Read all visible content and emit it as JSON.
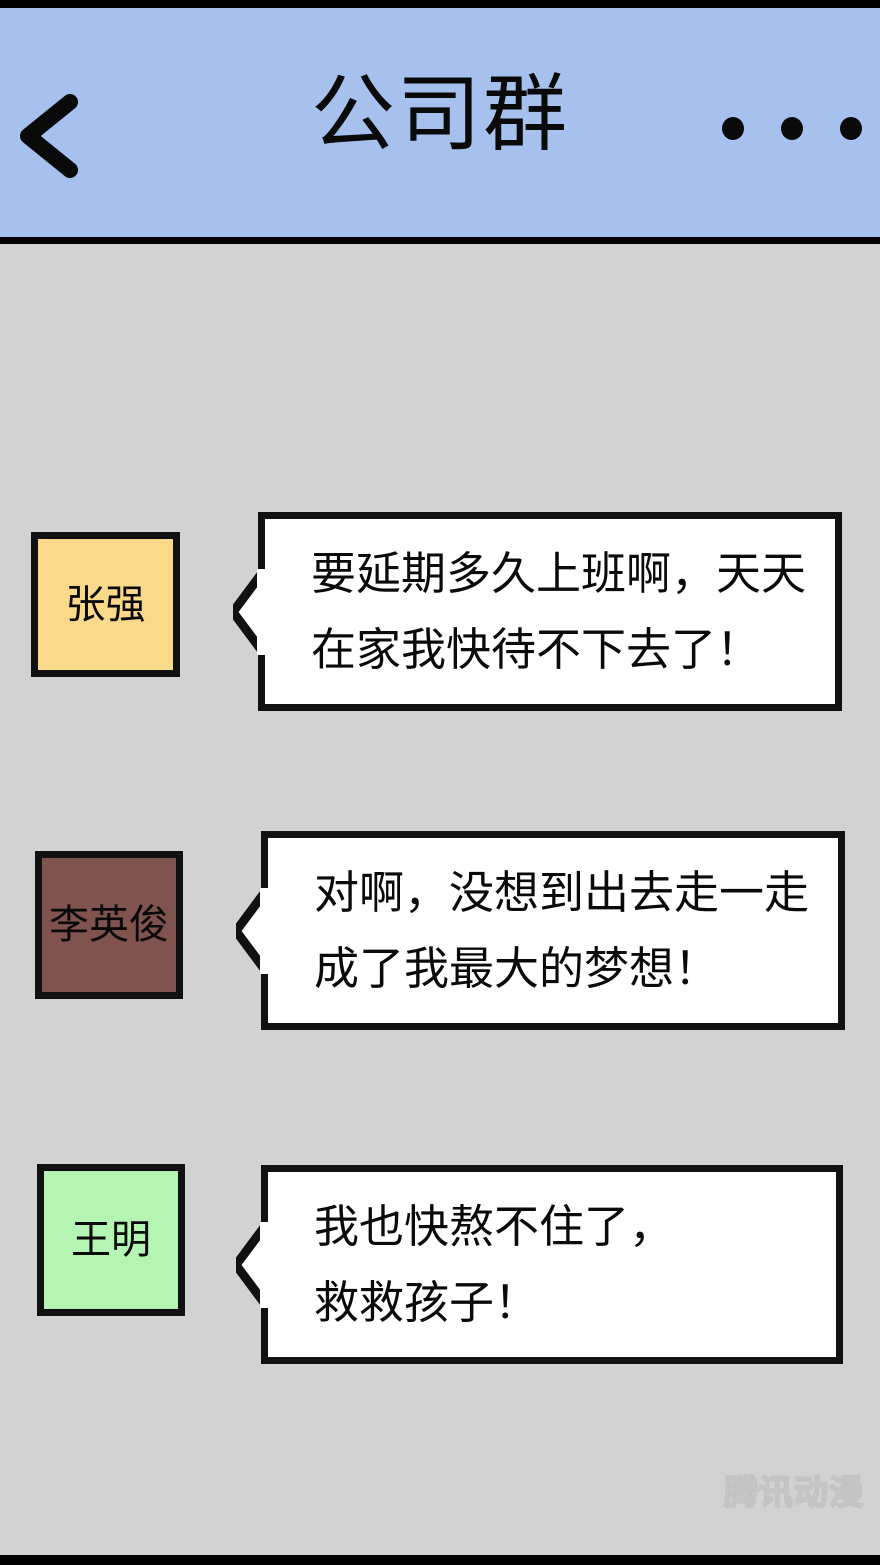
{
  "window": {
    "background_color": "#d2d2d2",
    "frame_color": "#000000"
  },
  "header": {
    "title": "公司群",
    "background_color": "#a6c1ee",
    "back_icon": "chevron-left-icon",
    "more_icon": "more-horizontal-icon",
    "dots": [
      "•",
      "•",
      "•"
    ]
  },
  "chat": {
    "messages": [
      {
        "sender": "张强",
        "avatar_color": "#fad98a",
        "text": "要延期多久上班啊，天天\n在家我快待不下去了！"
      },
      {
        "sender": "李英俊",
        "avatar_color": "#80534f",
        "text": "对啊，没想到出去走一走\n成了我最大的梦想！"
      },
      {
        "sender": "王明",
        "avatar_color": "#b4f5b4",
        "text": "我也快熬不住了，\n救救孩子！"
      }
    ]
  },
  "watermark": {
    "text": "腾讯动漫"
  }
}
